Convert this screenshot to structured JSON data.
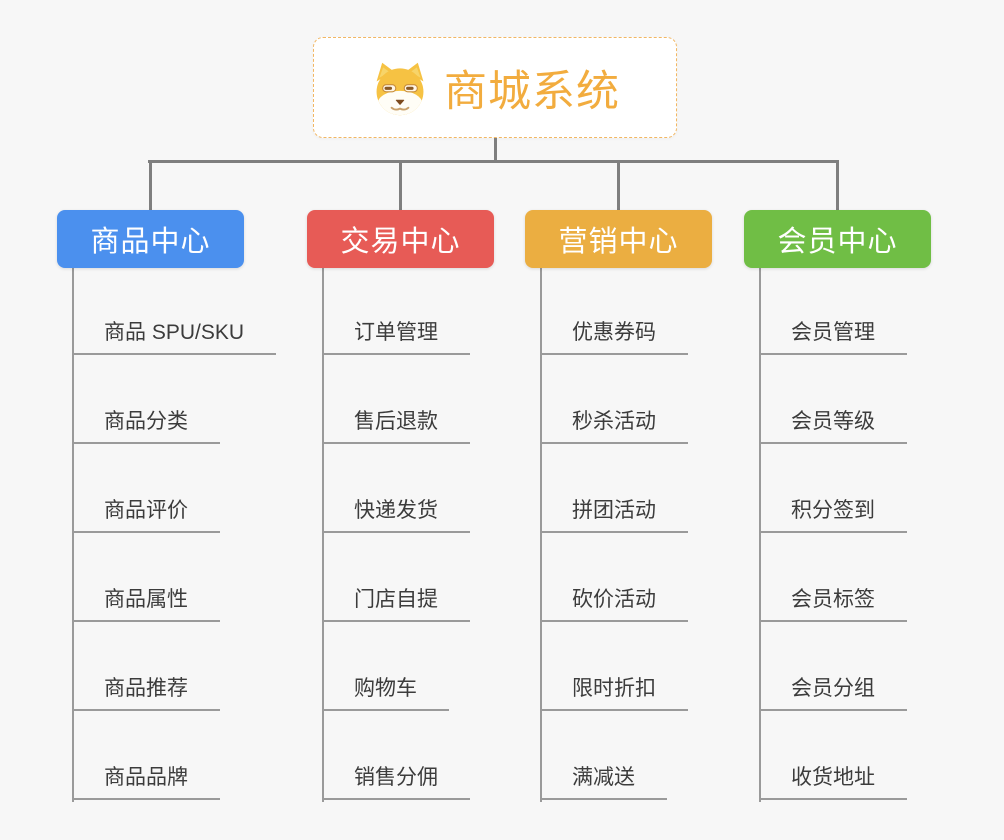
{
  "page": {
    "background_color": "#f7f7f7",
    "connector_color": "#7f7f7f",
    "leaf_line_color": "#9a9a9a"
  },
  "root": {
    "title": "商城系统",
    "icon": "dog-face-icon",
    "text_color": "#f2ac3e",
    "border_color": "#f2b763"
  },
  "branches": [
    {
      "label": "商品中心",
      "color": "#4b90ee",
      "children": [
        "商品 SPU/SKU",
        "商品分类",
        "商品评价",
        "商品属性",
        "商品推荐",
        "商品品牌"
      ]
    },
    {
      "label": "交易中心",
      "color": "#e75b56",
      "children": [
        "订单管理",
        "售后退款",
        "快递发货",
        "门店自提",
        "购物车",
        "销售分佣"
      ]
    },
    {
      "label": "营销中心",
      "color": "#ebae41",
      "children": [
        "优惠券码",
        "秒杀活动",
        "拼团活动",
        "砍价活动",
        "限时折扣",
        "满减送"
      ]
    },
    {
      "label": "会员中心",
      "color": "#70be45",
      "children": [
        "会员管理",
        "会员等级",
        "积分签到",
        "会员标签",
        "会员分组",
        "收货地址"
      ]
    }
  ]
}
